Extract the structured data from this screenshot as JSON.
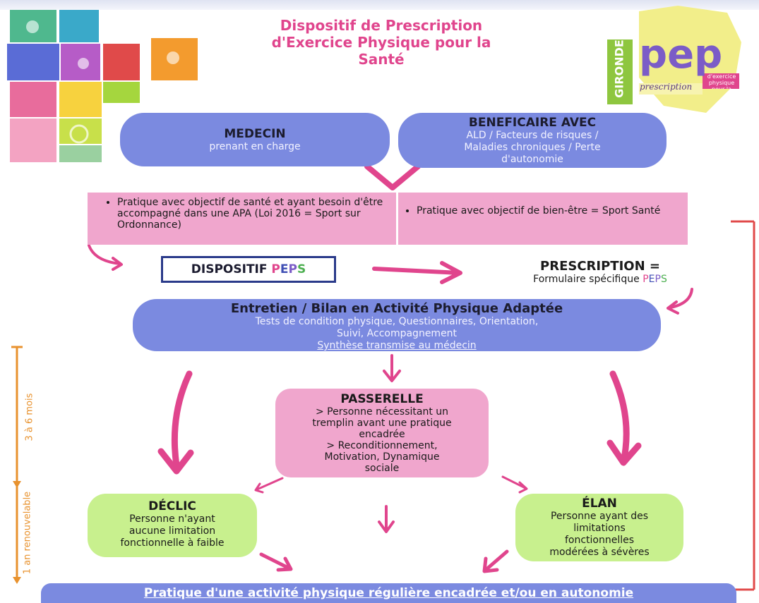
{
  "header": {
    "title_lines": [
      "Dispositif de Prescription",
      "d'Exercice Physique pour la",
      "Santé"
    ]
  },
  "logo": {
    "gironde": "GIRONDE",
    "brand": "pep",
    "tagline": "prescription",
    "sub": "d'exercice physique pour la santé"
  },
  "medecin": {
    "title": "MEDECIN",
    "text": "prenant en charge"
  },
  "beneficiaire": {
    "title": "BENEFICAIRE AVEC",
    "lines": [
      "ALD / Facteurs de risques /",
      "Maladies chroniques / Perte",
      "d'autonomie"
    ]
  },
  "objectifs": {
    "left": "Pratique avec objectif de santé et ayant besoin d'être accompagné dans une APA (Loi 2016 = Sport sur Ordonnance)",
    "right": "Pratique avec objectif de bien-être = Sport Santé"
  },
  "dispositif": {
    "prefix": "DISPOSITIF ",
    "p1": "P",
    "e": "E",
    "p2": "P",
    "s": "S"
  },
  "prescription": {
    "title": "PRESCRIPTION =",
    "text_prefix": "Formulaire spécifique ",
    "p1": "P",
    "e": "E",
    "p2": "P",
    "s": "S"
  },
  "entretien": {
    "title": "Entretien / Bilan en Activité Physique Adaptée",
    "lines": [
      "Tests de condition physique, Questionnaires, Orientation,",
      "Suivi, Accompagnement"
    ],
    "link": "Synthèse transmise au médecin"
  },
  "passerelle": {
    "title": "PASSERELLE",
    "lines": [
      "> Personne nécessitant un",
      "tremplin avant une pratique",
      "encadrée",
      "> Reconditionnement,",
      "Motivation, Dynamique",
      "sociale"
    ]
  },
  "declic": {
    "title": "DÉCLIC",
    "lines": [
      "Personne n'ayant",
      "aucune limitation",
      "fonctionnelle à faible"
    ]
  },
  "elan": {
    "title": "ÉLAN",
    "lines": [
      "Personne ayant des",
      "limitations",
      "fonctionnelles",
      "modérées à sévères"
    ]
  },
  "timeline": {
    "short": "3 à 6 mois",
    "long": "1 an renouvelable"
  },
  "footer": {
    "text": "Pratique d'une activité physique régulière encadrée et/ou en autonomie"
  },
  "colors": {
    "accent_pink": "#e0458d",
    "pill_blue": "#7b8ae0",
    "pink_box": "#f0a6cd",
    "green_box": "#c8f08e",
    "orange": "#e8922e",
    "red_line": "#e04a4a"
  }
}
